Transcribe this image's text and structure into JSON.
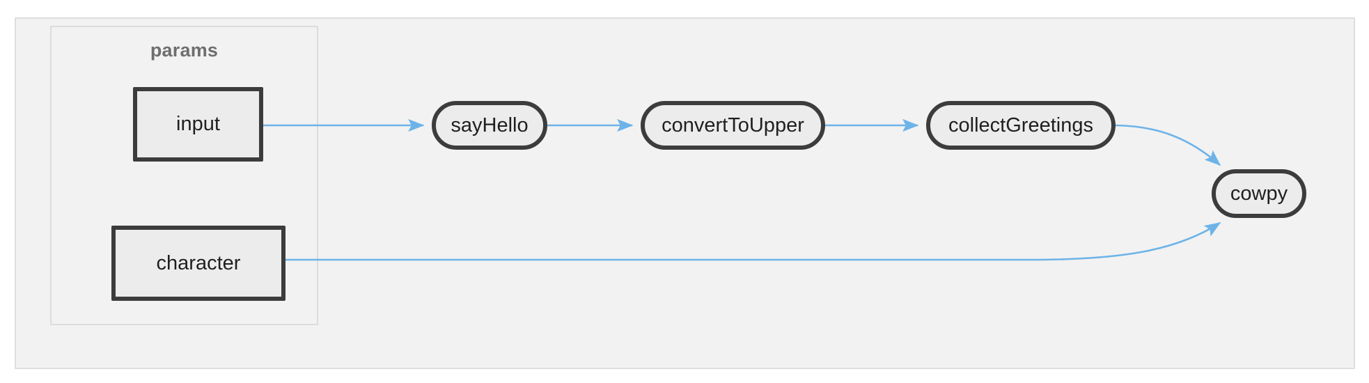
{
  "diagram": {
    "type": "flowchart",
    "direction": "left-to-right",
    "background_color": "#ffffff",
    "canvas_color": "#f2f2f2",
    "node_fill_color": "#ececec",
    "node_border_color": "#3c3c3c",
    "edge_color": "#6db3e8",
    "subgraph_border_color": "#dcdcdc",
    "subgraph_label_color": "#6e6e6e"
  },
  "subgraphs": [
    {
      "id": "params",
      "label": "params",
      "node_ids": [
        "input",
        "character"
      ]
    }
  ],
  "nodes": [
    {
      "id": "input",
      "label": "input",
      "shape": "rect"
    },
    {
      "id": "character",
      "label": "character",
      "shape": "rect"
    },
    {
      "id": "sayHello",
      "label": "sayHello",
      "shape": "stadium"
    },
    {
      "id": "convertToUpper",
      "label": "convertToUpper",
      "shape": "stadium"
    },
    {
      "id": "collectGreetings",
      "label": "collectGreetings",
      "shape": "stadium"
    },
    {
      "id": "cowpy",
      "label": "cowpy",
      "shape": "stadium"
    }
  ],
  "edges": [
    {
      "id": "e1",
      "from": "input",
      "to": "sayHello",
      "label": "",
      "style": "straight"
    },
    {
      "id": "e2",
      "from": "sayHello",
      "to": "convertToUpper",
      "label": "",
      "style": "straight"
    },
    {
      "id": "e3",
      "from": "convertToUpper",
      "to": "collectGreetings",
      "label": "",
      "style": "straight"
    },
    {
      "id": "e4",
      "from": "collectGreetings",
      "to": "cowpy",
      "label": "",
      "style": "curved"
    },
    {
      "id": "e5",
      "from": "character",
      "to": "cowpy",
      "label": "",
      "style": "curved"
    }
  ]
}
